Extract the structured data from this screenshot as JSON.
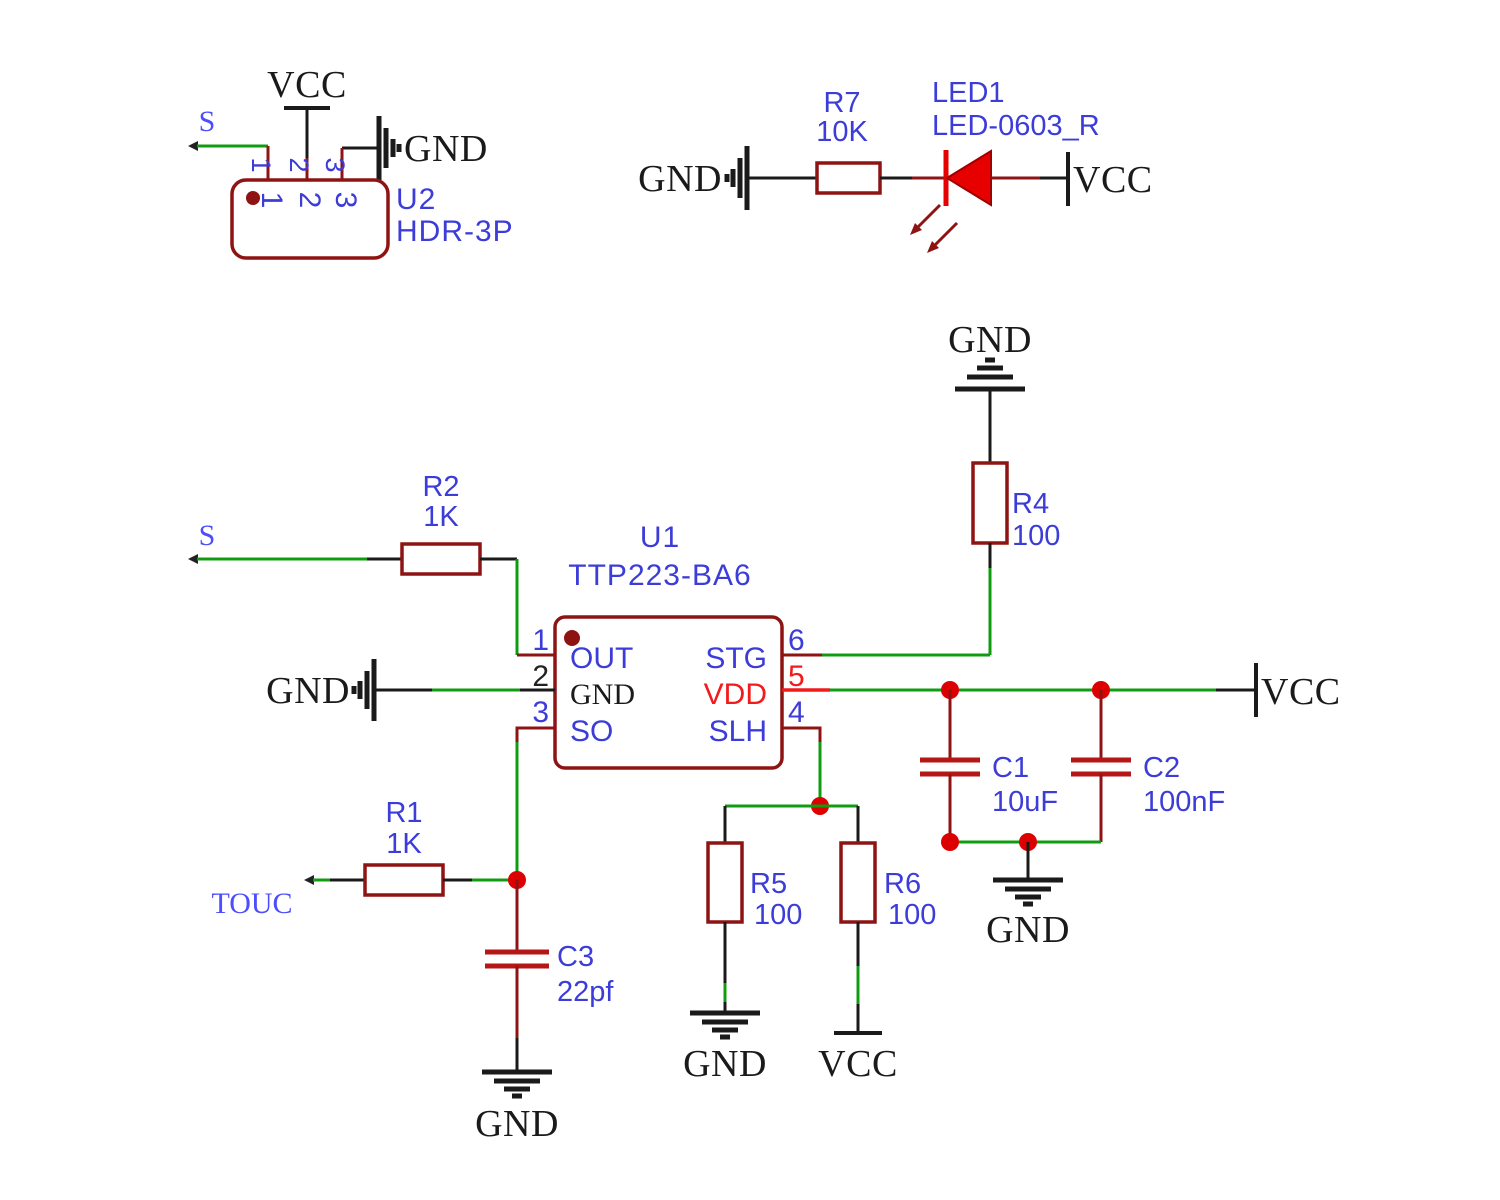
{
  "labels": {
    "vcc": "VCC",
    "gnd": "GND",
    "s": "S",
    "touch": "TOUC"
  },
  "components": {
    "u1": {
      "ref": "U1",
      "value": "TTP223-BA6",
      "pins": {
        "p1": {
          "num": "1",
          "name": "OUT"
        },
        "p2": {
          "num": "2",
          "name": "GND"
        },
        "p3": {
          "num": "3",
          "name": "SO"
        },
        "p4": {
          "num": "4",
          "name": "SLH"
        },
        "p5": {
          "num": "5",
          "name": "VDD"
        },
        "p6": {
          "num": "6",
          "name": "STG"
        }
      }
    },
    "u2": {
      "ref": "U2",
      "value": "HDR-3P",
      "pins": {
        "p1": "1",
        "p2": "2",
        "p3": "3"
      }
    },
    "r1": {
      "ref": "R1",
      "value": "1K"
    },
    "r2": {
      "ref": "R2",
      "value": "1K"
    },
    "r4": {
      "ref": "R4",
      "value": "100"
    },
    "r5": {
      "ref": "R5",
      "value": "100"
    },
    "r6": {
      "ref": "R6",
      "value": "100"
    },
    "r7": {
      "ref": "R7",
      "value": "10K"
    },
    "c1": {
      "ref": "C1",
      "value": "10uF"
    },
    "c2": {
      "ref": "C2",
      "value": "100nF"
    },
    "c3": {
      "ref": "C3",
      "value": "22pf"
    },
    "led1": {
      "ref": "LED1",
      "value": "LED-0603_R"
    }
  },
  "colors": {
    "wire_green": "#109c10",
    "symbol_dark_red": "#8e1414",
    "junction_red": "#dd0000",
    "ref_text_blue": "#3c3cd9",
    "net_label_blue": "#4d4dff",
    "vdd_red": "#f21b1b",
    "text_black": "#1a1a1a",
    "background": "#ffffff"
  }
}
